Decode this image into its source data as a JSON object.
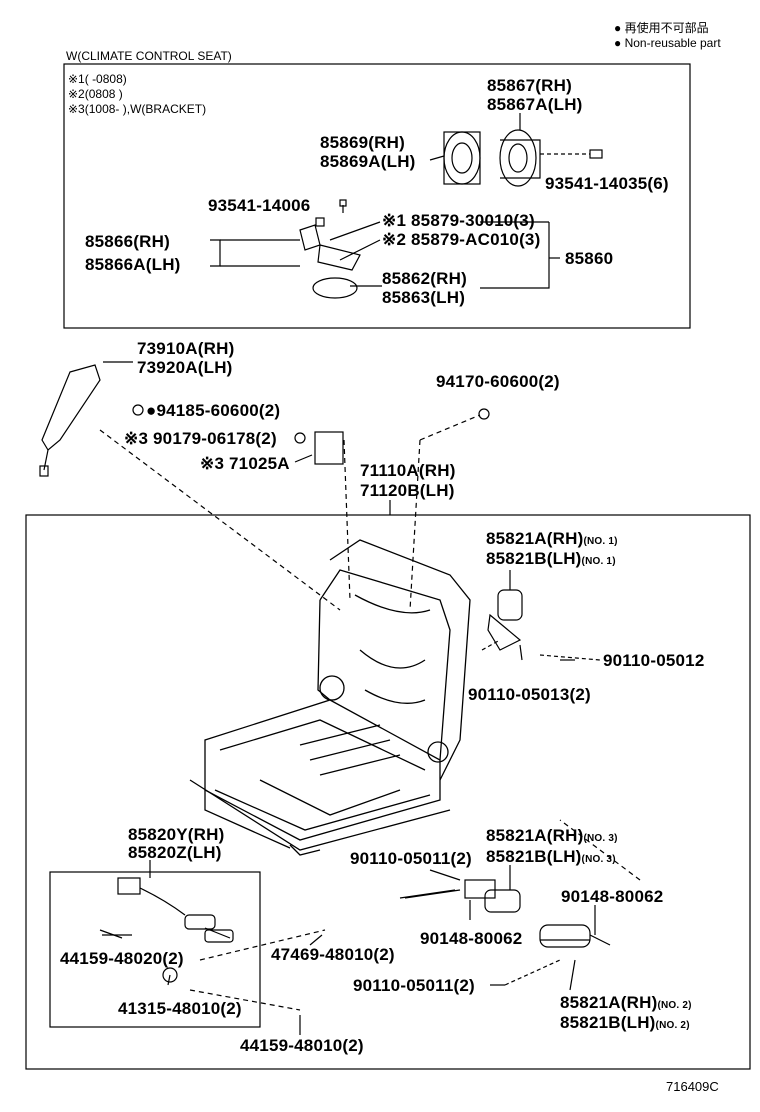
{
  "legend": {
    "jp": "再使用不可部品",
    "en": "Non-reusable part"
  },
  "climate_box": {
    "title": "W(CLIMATE CONTROL SEAT)",
    "notes": [
      {
        "mark": "※1",
        "text": "(       -0808)"
      },
      {
        "mark": "※2",
        "text": "(0808         )"
      },
      {
        "mark": "※3",
        "text": "(1008-        ),W(BRACKET)"
      }
    ]
  },
  "parts": {
    "p85867": [
      "85867(RH)",
      "85867A(LH)"
    ],
    "p85869": [
      "85869(RH)",
      "85869A(LH)"
    ],
    "p93541_14035": "93541-14035(6)",
    "p93541_14006": "93541-14006",
    "p85879_30010": "※1 85879-30010(3)",
    "p85879_ac010": "※2 85879-AC010(3)",
    "p85866": [
      "85866(RH)",
      "85866A(LH)"
    ],
    "p85860": "85860",
    "p85862": [
      "85862(RH)",
      "85863(LH)"
    ],
    "p73910": [
      "73910A(RH)",
      "73920A(LH)"
    ],
    "p94185": "●94185-60600(2)",
    "p90179": "※3 90179-06178(2)",
    "p71025": "※3 71025A",
    "p94170": "94170-60600(2)",
    "p71110": [
      "71110A(RH)",
      "71120B(LH)"
    ],
    "p85821_no1": [
      "85821A(RH)",
      "85821B(LH)"
    ],
    "no1": "(NO. 1)",
    "p90110_05012": "90110-05012",
    "p90110_05013": "90110-05013(2)",
    "p85820": [
      "85820Y(RH)",
      "85820Z(LH)"
    ],
    "p85821_no3": [
      "85821A(RH)",
      "85821B(LH)"
    ],
    "no3": "(NO. 3)",
    "p90110_05011_a": "90110-05011(2)",
    "p90148_80062_a": "90148-80062",
    "p90148_80062_b": "90148-80062",
    "p44159_48020": "44159-48020(2)",
    "p47469": "47469-48010(2)",
    "p41315": "41315-48010(2)",
    "p90110_05011_b": "90110-05011(2)",
    "p85821_no2": [
      "85821A(RH)",
      "85821B(LH)"
    ],
    "no2": "(NO. 2)",
    "p44159_48010": "44159-48010(2)"
  },
  "figure_id": "716409C"
}
